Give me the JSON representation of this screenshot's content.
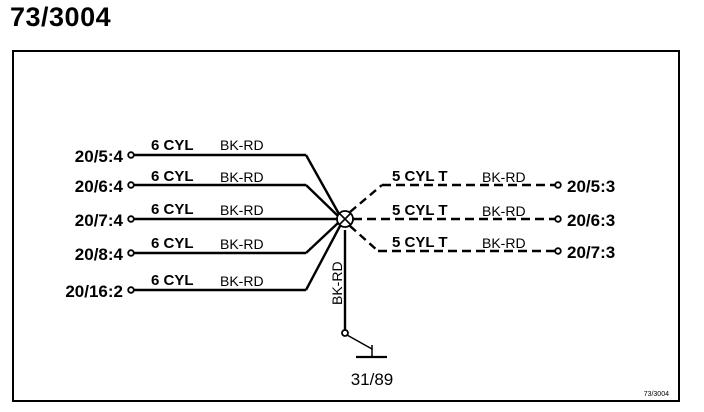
{
  "title": "73/3004",
  "figure_ref": "73/3004",
  "ground_label": "31/89",
  "ground_wire_color": "BK-RD",
  "left_wires": [
    {
      "terminal": "20/5:4",
      "variant": "6 CYL",
      "color": "BK-RD"
    },
    {
      "terminal": "20/6:4",
      "variant": "6 CYL",
      "color": "BK-RD"
    },
    {
      "terminal": "20/7:4",
      "variant": "6 CYL",
      "color": "BK-RD"
    },
    {
      "terminal": "20/8:4",
      "variant": "6 CYL",
      "color": "BK-RD"
    },
    {
      "terminal": "20/16:2",
      "variant": "6 CYL",
      "color": "BK-RD"
    }
  ],
  "right_wires": [
    {
      "terminal": "20/5:3",
      "variant": "5 CYL T",
      "color": "BK-RD"
    },
    {
      "terminal": "20/6:3",
      "variant": "5 CYL T",
      "color": "BK-RD"
    },
    {
      "terminal": "20/7:3",
      "variant": "5 CYL T",
      "color": "BK-RD"
    }
  ]
}
